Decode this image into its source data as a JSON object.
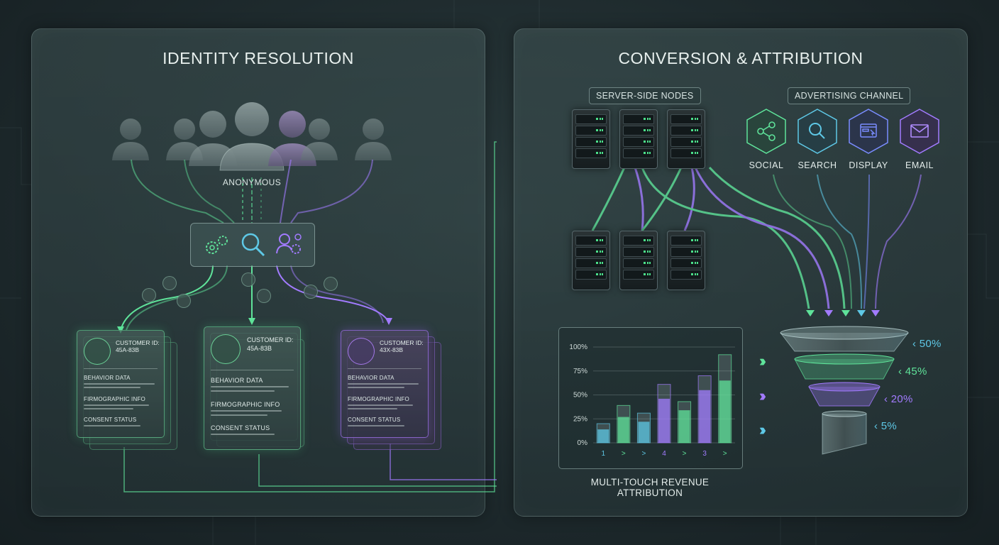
{
  "left_panel": {
    "title": "IDENTITY RESOLUTION",
    "anonymous_label": "ANONYMOUS",
    "cards": [
      {
        "id_label": "CUSTOMER ID:",
        "id_value": "45A-83B",
        "behavior": "BEHAVIOR DATA",
        "firmographic": "FIRMOGRAPHIC INFO",
        "consent": "CONSENT STATUS",
        "color": "#5fe39a"
      },
      {
        "id_label": "CUSTOMER ID:",
        "id_value": "45A-83B",
        "behavior": "BEHAVIOR DATA",
        "firmographic": "FIRMOGRAPHIC INFO",
        "consent": "CONSENT STATUS",
        "color": "#5fe39a"
      },
      {
        "id_label": "CUSTOMER ID:",
        "id_value": "43X-83B",
        "behavior": "BEHAVIOR DATA",
        "firmographic": "FIRMOGRAPHIC INFO",
        "consent": "CONSENT STATUS",
        "color": "#a27bff"
      }
    ]
  },
  "right_panel": {
    "title": "CONVERSION & ATTRIBUTION",
    "server_label": "SERVER-SIDE NODES",
    "advertising_label": "ADVERTISING CHANNEL",
    "channels": [
      {
        "label": "SOCIAL",
        "icon": "share-icon",
        "color": "#5fe39a"
      },
      {
        "label": "SEARCH",
        "icon": "search-icon",
        "color": "#5ec8e6"
      },
      {
        "label": "DISPLAY",
        "icon": "display-icon",
        "color": "#7a8cff"
      },
      {
        "label": "EMAIL",
        "icon": "email-icon",
        "color": "#a27bff"
      }
    ],
    "chart_caption": "MULTI-TOUCH REVENUE ATTRIBUTION",
    "funnel": [
      {
        "label": "50%",
        "value": 50,
        "color": "#5ec8e6"
      },
      {
        "label": "45%",
        "value": 45,
        "color": "#5fe39a"
      },
      {
        "label": "20%",
        "value": 20,
        "color": "#a27bff"
      },
      {
        "label": "5%",
        "value": 5,
        "color": "#5ec8e6"
      }
    ]
  },
  "chart_data": {
    "type": "bar",
    "title": "",
    "xlabel": "",
    "ylabel": "",
    "ylim": [
      0,
      100
    ],
    "y_ticks": [
      "100%",
      "75%",
      "50%",
      "25%",
      "0%"
    ],
    "categories": [
      "1",
      ">",
      ">",
      "4",
      ">",
      "3",
      ">"
    ],
    "values": [
      20,
      39,
      31,
      61,
      43,
      70,
      92
    ],
    "inner_values": [
      14,
      27,
      22,
      46,
      34,
      55,
      65
    ],
    "colors": [
      "#5ec8e6",
      "#5fe39a",
      "#5ec8e6",
      "#a27bff",
      "#5fe39a",
      "#a27bff",
      "#5fe39a"
    ],
    "grid": true
  }
}
